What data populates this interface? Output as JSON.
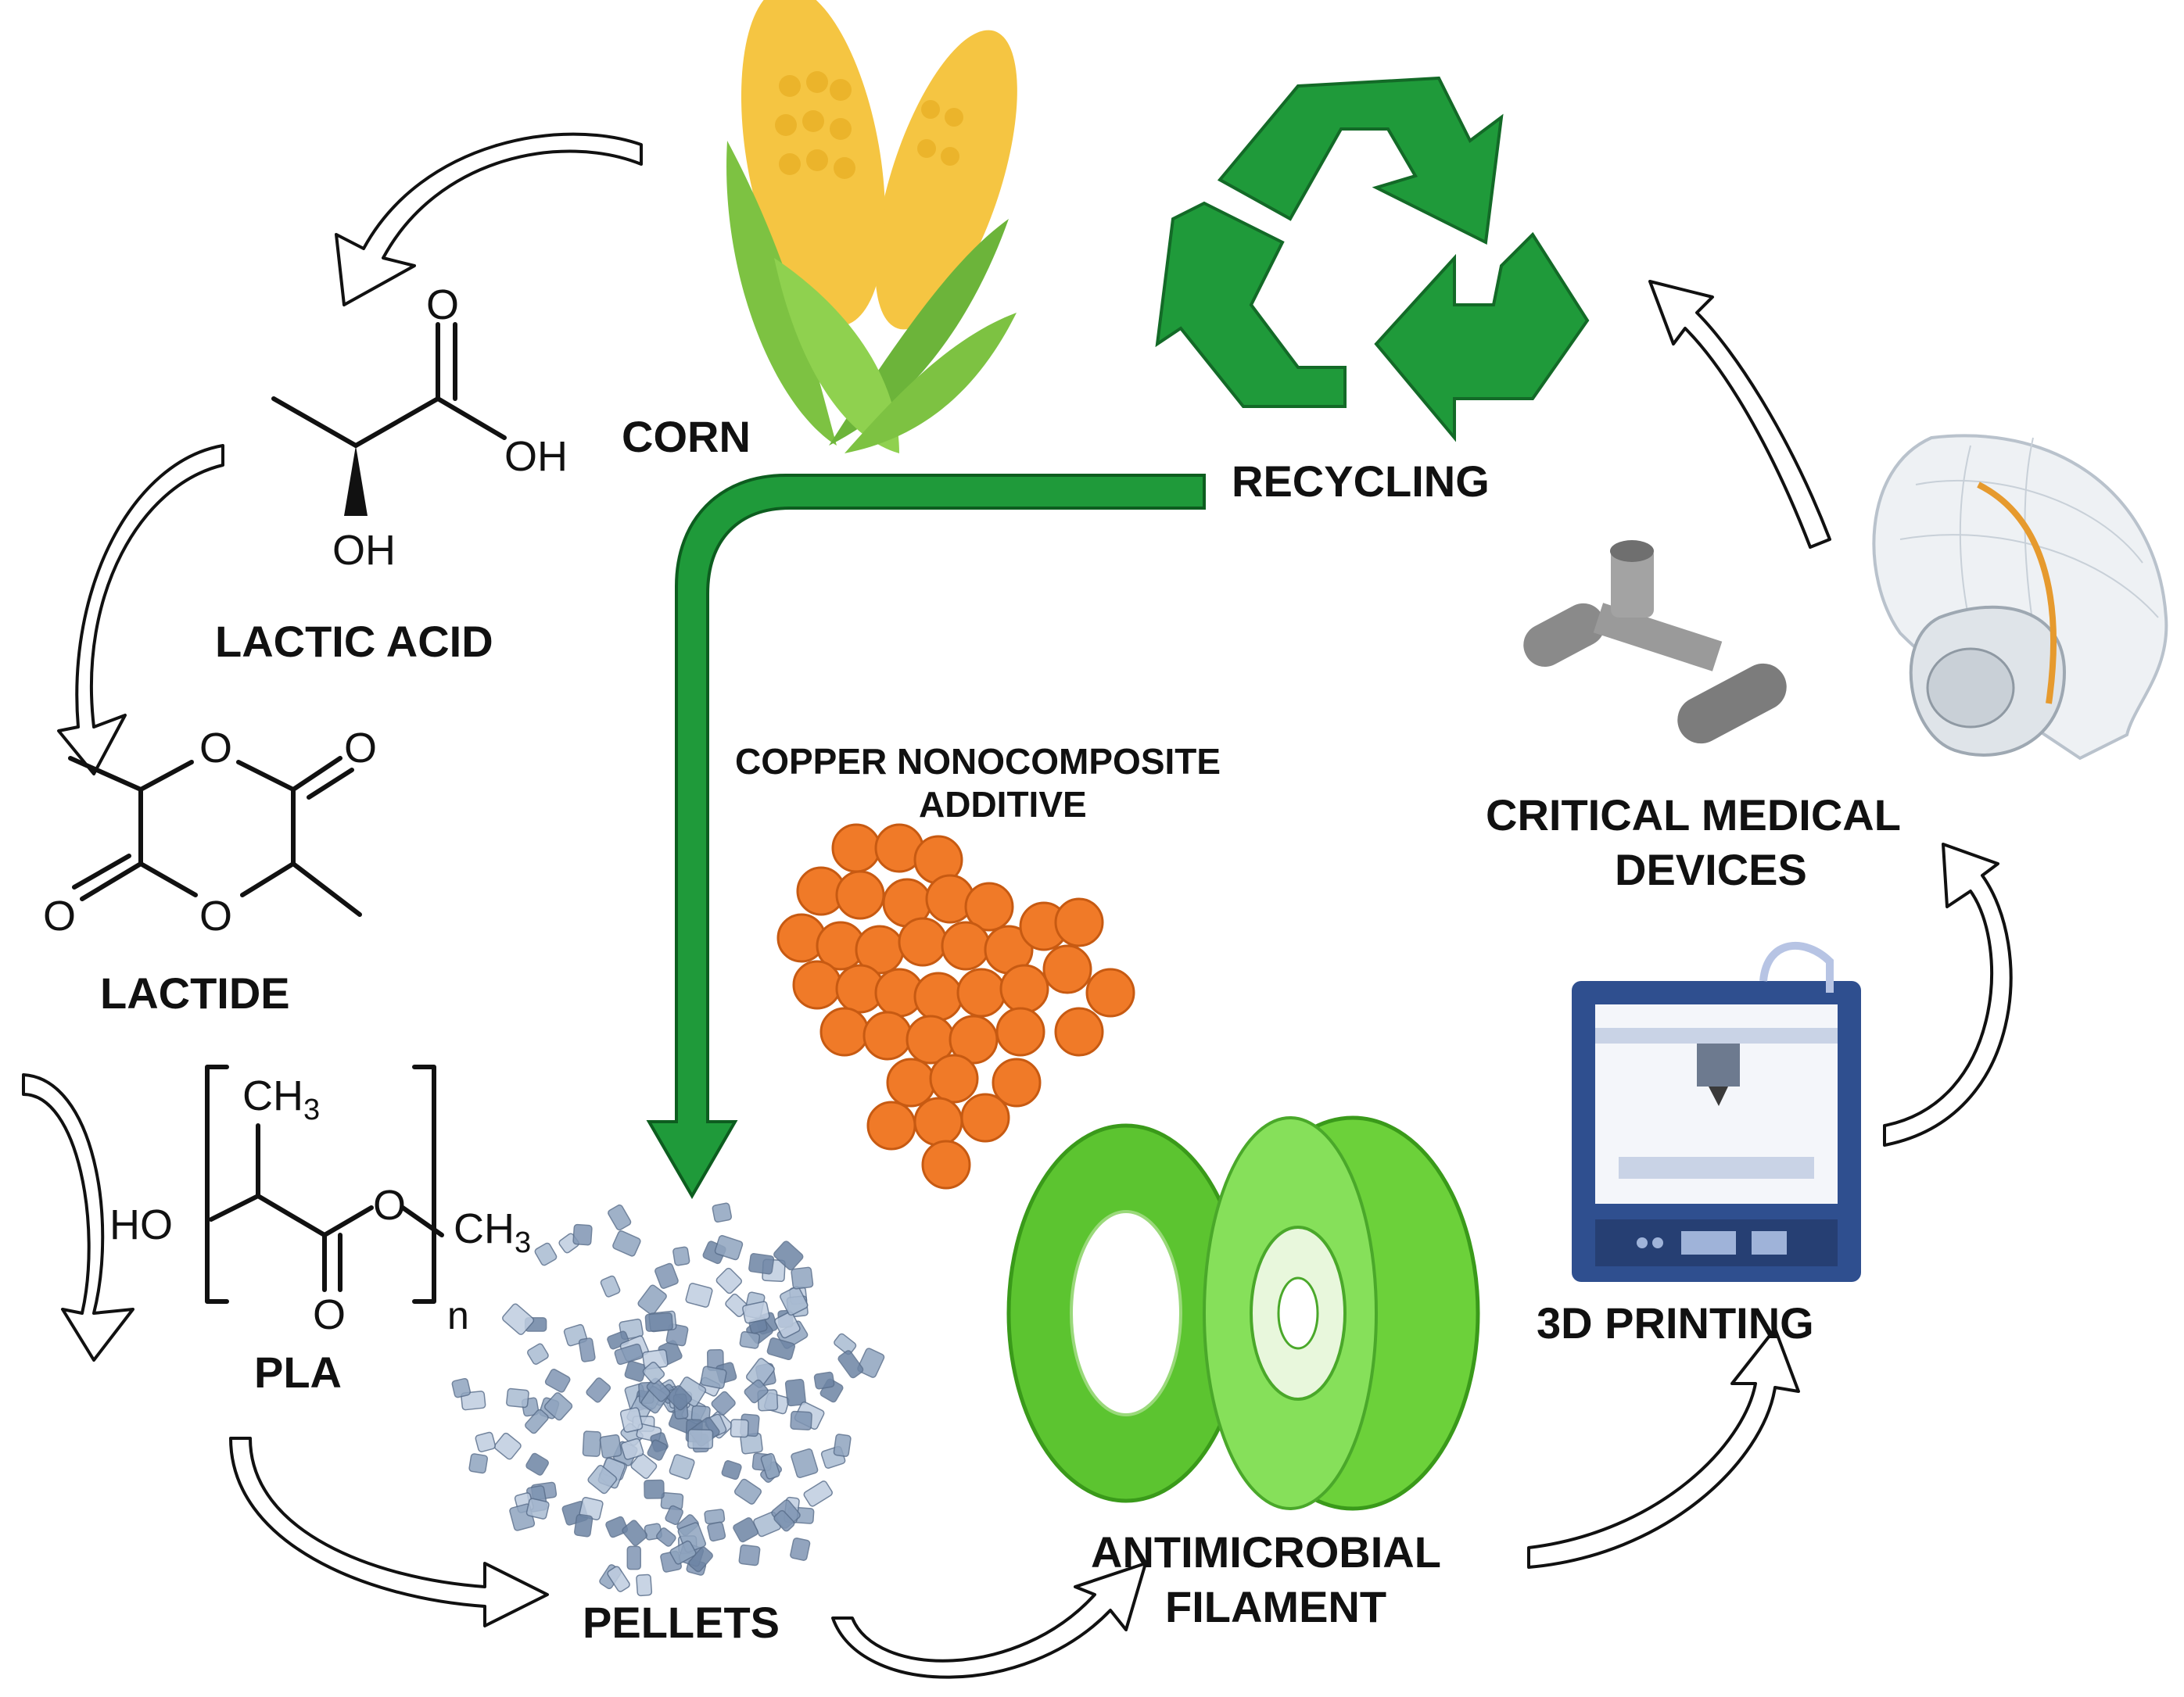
{
  "colors": {
    "label": "#111111",
    "recycle_green": "#1f9a3a",
    "arrow_green": "#1f9a3a",
    "copper": "#f07a28",
    "corn_kernel": "#f5c542",
    "corn_husk": "#7dc242",
    "filament_green": "#6cd13a",
    "printer_blue": "#2f4f8f",
    "pellet_blue": "#9fb3cc",
    "device_grey": "#8a8a8a"
  },
  "labels": {
    "corn": "CORN",
    "recycling": "RECYCLING",
    "lactic_acid": "LACTIC ACID",
    "lactide": "LACTIDE",
    "pla": "PLA",
    "copper_line1": "COPPER NONOCOMPOSITE",
    "copper_line2": "ADDITIVE",
    "critical_line1": "CRITICAL MEDICAL",
    "critical_line2": "DEVICES",
    "printing": "3D PRINTING",
    "pellets": "PELLETS",
    "filament_line1": "ANTIMICROBIAL",
    "filament_line2": "FILAMENT"
  },
  "chem": {
    "lactic_o": "O",
    "lactic_oh": "OH",
    "lactic_oh2": "OH",
    "lactide_o1": "O",
    "lactide_o2": "O",
    "lactide_o3": "O",
    "lactide_o4": "O",
    "pla_ch3": "CH",
    "pla_ch3_sub": "3",
    "pla_ho": "HO",
    "pla_o_ester": "O",
    "pla_o_carbonyl": "O",
    "pla_end_ch3": "CH",
    "pla_end_ch3_sub": "3",
    "pla_n": "n"
  },
  "icons": {
    "corn": "corn-icon",
    "recycle": "recycle-icon",
    "copper": "copper-particles-icon",
    "pellets": "pellets-icon",
    "filament": "filament-spool-icon",
    "printer": "3d-printer-icon",
    "devices": "medical-devices-icon"
  }
}
